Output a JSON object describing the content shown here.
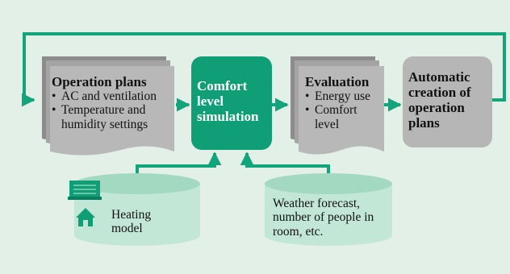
{
  "diagram": {
    "colors": {
      "background": "#e2f0e7",
      "accent_green": "#0f9e76",
      "flow_line": "#12a47a",
      "doc_front": "#b6b6b6",
      "doc_back": "#8e8e8e",
      "cylinder": "#c3e7d6",
      "cylinder_top": "#9fd6bd"
    },
    "operation_plans": {
      "title": "Operation plans",
      "items": [
        "AC and ventilation",
        "Temperature and humidity settings"
      ]
    },
    "comfort_simulation": {
      "title": "Comfort level simulation"
    },
    "evaluation": {
      "title": "Evaluation",
      "items": [
        "Energy use",
        "Comfort level"
      ]
    },
    "automatic_creation": {
      "title": "Automatic creation of operation plans"
    },
    "heating_model": {
      "label": "Heating model"
    },
    "weather_input": {
      "label": "Weather forecast, number of people in room, etc."
    }
  }
}
